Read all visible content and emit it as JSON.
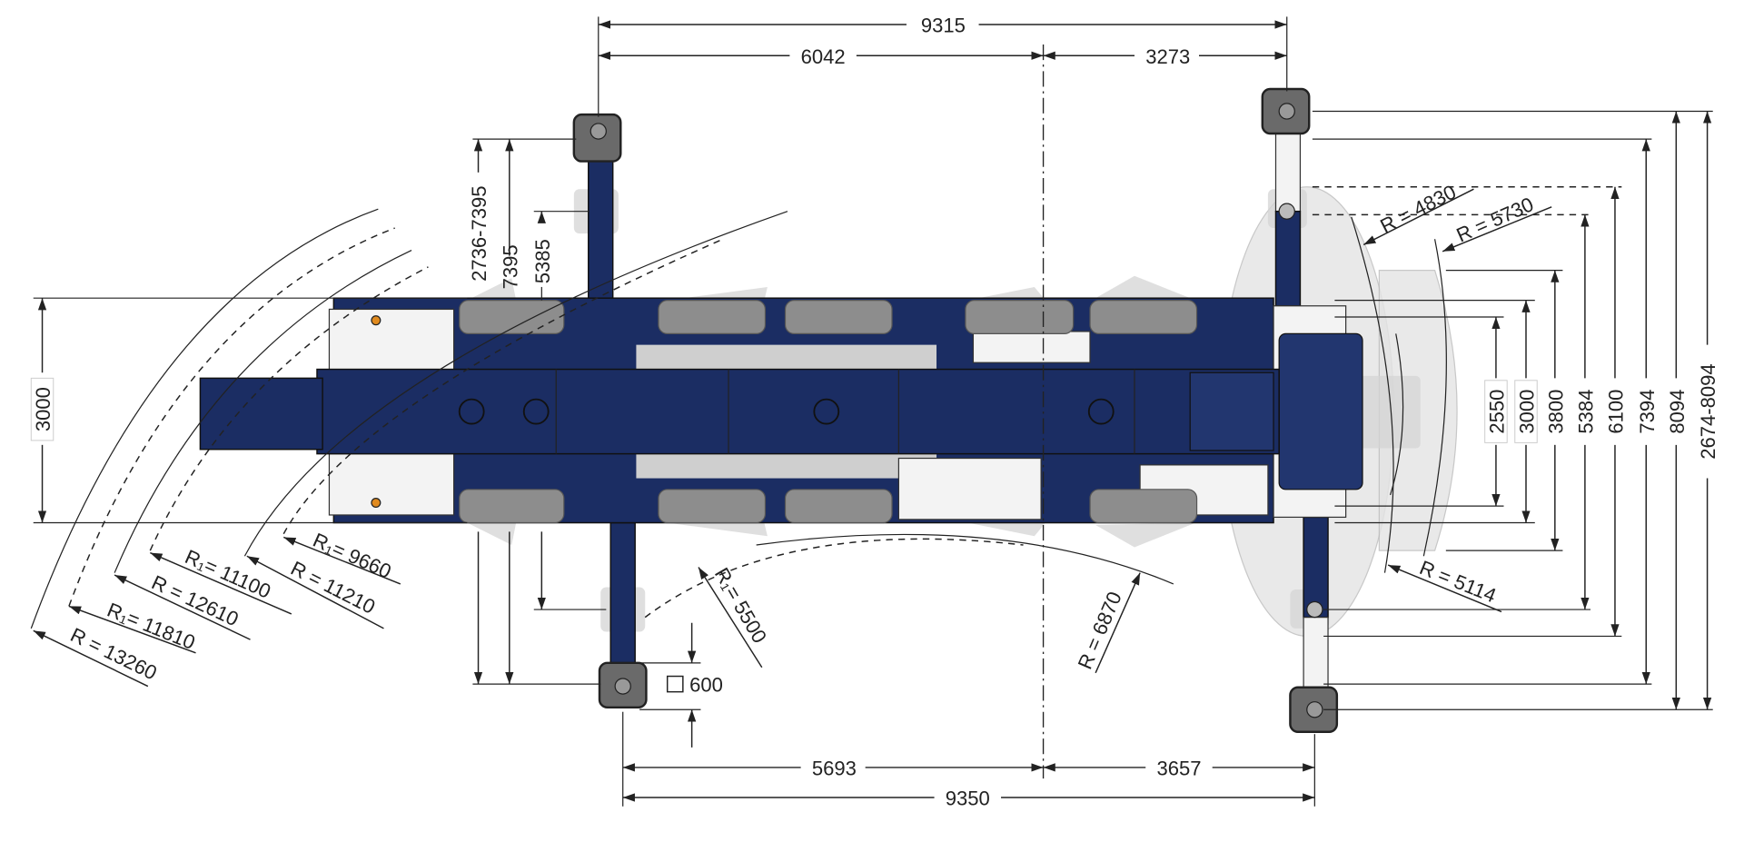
{
  "title": "Crane outrigger dimension diagram (top view)",
  "colors": {
    "chassis": "#1b2d63",
    "tire": "#8d8d8d",
    "ghost": "#d4d4d4",
    "line": "#222222",
    "indicator": "#e08a1e"
  },
  "dimensions": {
    "top_total": "9315",
    "top_front": "6042",
    "top_rear": "3273",
    "bottom_front": "5693",
    "bottom_rear": "3657",
    "bottom_total": "9350",
    "left_width": "3000",
    "left_outrigger_range": "2736-7395",
    "left_outrigger_full": "7395",
    "left_outrigger_mid": "5385",
    "pad_size": "600",
    "right_2550": "2550",
    "right_3000": "3000",
    "right_3800": "3800",
    "right_5384": "5384",
    "right_6100": "6100",
    "right_7394": "7394",
    "right_8094": "8094",
    "right_range": "2674-8094"
  },
  "radii": {
    "r1_9660": "R₁= 9660",
    "r_11210": "R = 11210",
    "r1_11100": "R₁= 11100",
    "r_12610": "R = 12610",
    "r1_11810": "R₁= 11810",
    "r_13260": "R = 13260",
    "r1_5500": "R₁= 5500",
    "r_6870": "R = 6870",
    "r_4830": "R = 4830",
    "r_5730": "R = 5730",
    "r_5114": "R = 5114"
  }
}
